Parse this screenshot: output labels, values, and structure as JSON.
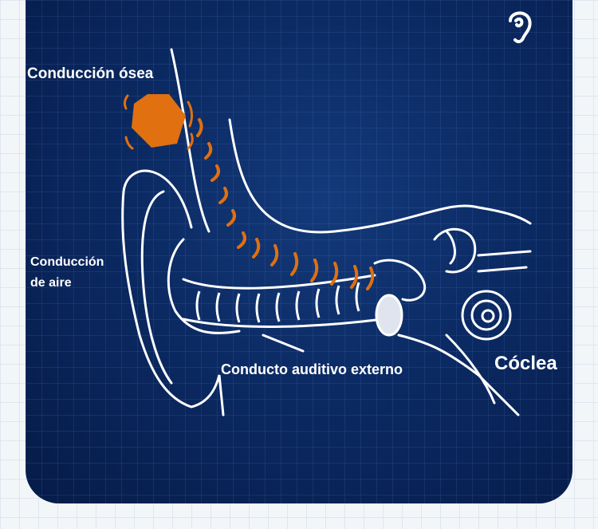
{
  "labels": {
    "bone_conduction": "Conducción ósea",
    "air_conduction_line1": "Conducción",
    "air_conduction_line2": "de aire",
    "ear_canal": "Conducto auditivo externo",
    "cochlea": "Cóclea"
  },
  "icons": {
    "top_right": "ear-icon",
    "transducer": "bone-conduction-device-icon"
  },
  "colors": {
    "panel": "#0b2a63",
    "accent": "#e07010",
    "line": "#ffffff"
  }
}
